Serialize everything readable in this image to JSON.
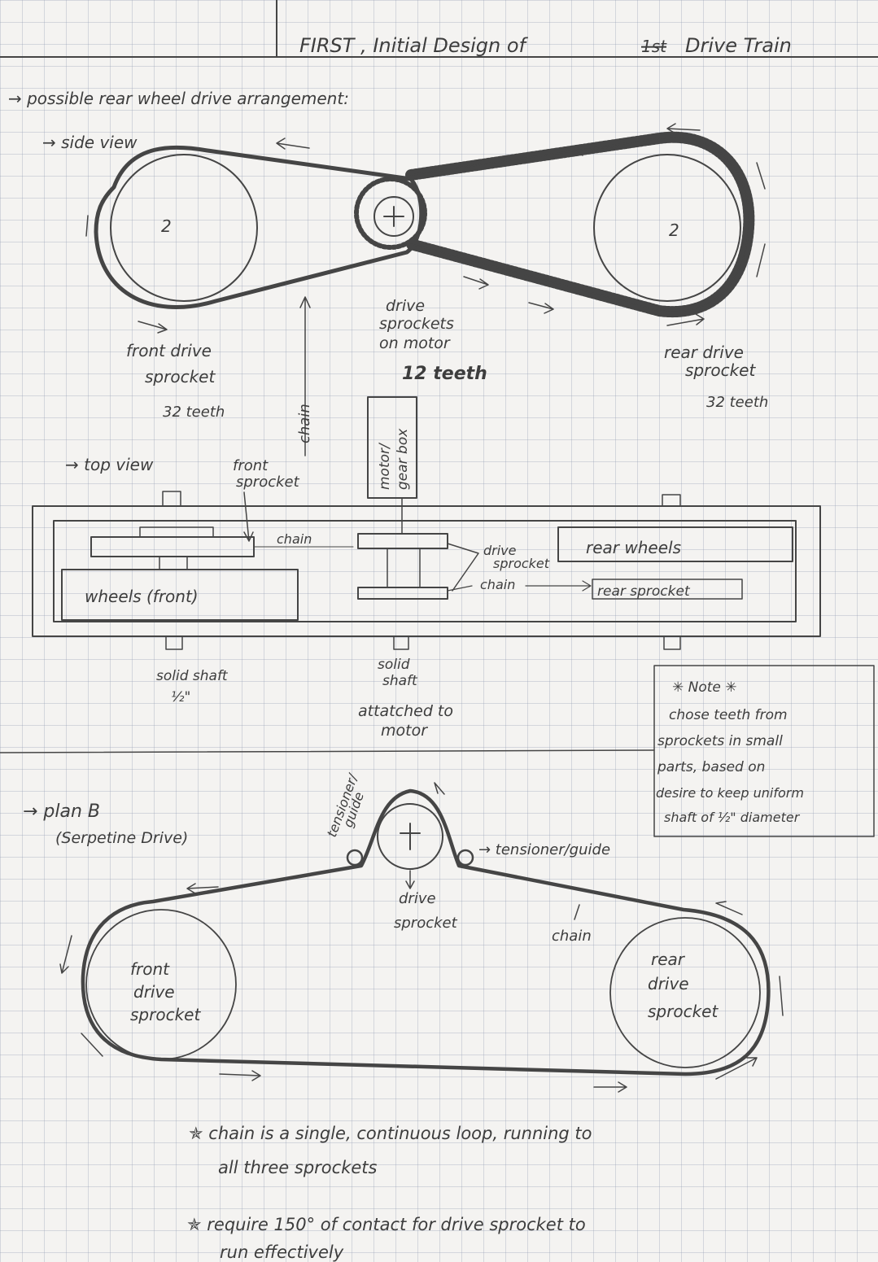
{
  "title": {
    "text": "FIRST , Initial Design of",
    "struck_word": "1st",
    "tail": "Drive Train"
  },
  "side_view": {
    "heading": "→ possible rear wheel drive arrangement:",
    "label": "→ side view",
    "front_wheel_number": "2",
    "rear_wheel_number": "2",
    "front_label": [
      "front drive",
      "sprocket",
      "32 teeth"
    ],
    "drive_label": [
      "drive",
      "sprockets",
      "on motor",
      "12 teeth"
    ],
    "rear_label": [
      "rear drive",
      "sprocket",
      "32 teeth"
    ],
    "chain_label": "chain"
  },
  "top_view": {
    "label": "→ top view",
    "front_sprocket": [
      "front",
      "sprocket"
    ],
    "motor_box": [
      "motor/",
      "gear box"
    ],
    "chain_top": "chain",
    "drive_sprocket": [
      "drive",
      "sprocket"
    ],
    "rear_wheels": "rear wheels",
    "chain_bottom": "chain",
    "rear_sprocket": "rear sprocket",
    "front_wheels": "wheels (front)",
    "solid_shaft_left": [
      "solid shaft",
      "½\""
    ],
    "solid_shaft_mid": [
      "solid",
      "shaft"
    ],
    "attached": [
      "attatched to",
      "motor"
    ]
  },
  "note": {
    "title": "✳ Note ✳",
    "lines": [
      "chose teeth from",
      "sprockets in small",
      "parts, based on",
      "desire to keep uniform",
      "shaft of ½\" diameter"
    ]
  },
  "plan_b": {
    "label": "→ plan B",
    "sub": "(Serpetine Drive)",
    "tensioner_left": [
      "tensioner/",
      "guide"
    ],
    "tensioner_right": "→ tensioner/guide",
    "drive_sprocket": [
      "drive",
      "sprocket"
    ],
    "chain": "chain",
    "front": [
      "front",
      "drive",
      "sprocket"
    ],
    "rear": [
      "rear",
      "drive",
      "sprocket"
    ]
  },
  "notes_bottom": [
    [
      "✯ chain is a single, continuous loop, running to",
      "all three sprockets"
    ],
    [
      "✯ require 150° of contact for drive sprocket to",
      "run effectively"
    ]
  ],
  "colors": {
    "pencil": "#454545",
    "paper": "#f4f3f1",
    "grid": "#96a0b4"
  }
}
